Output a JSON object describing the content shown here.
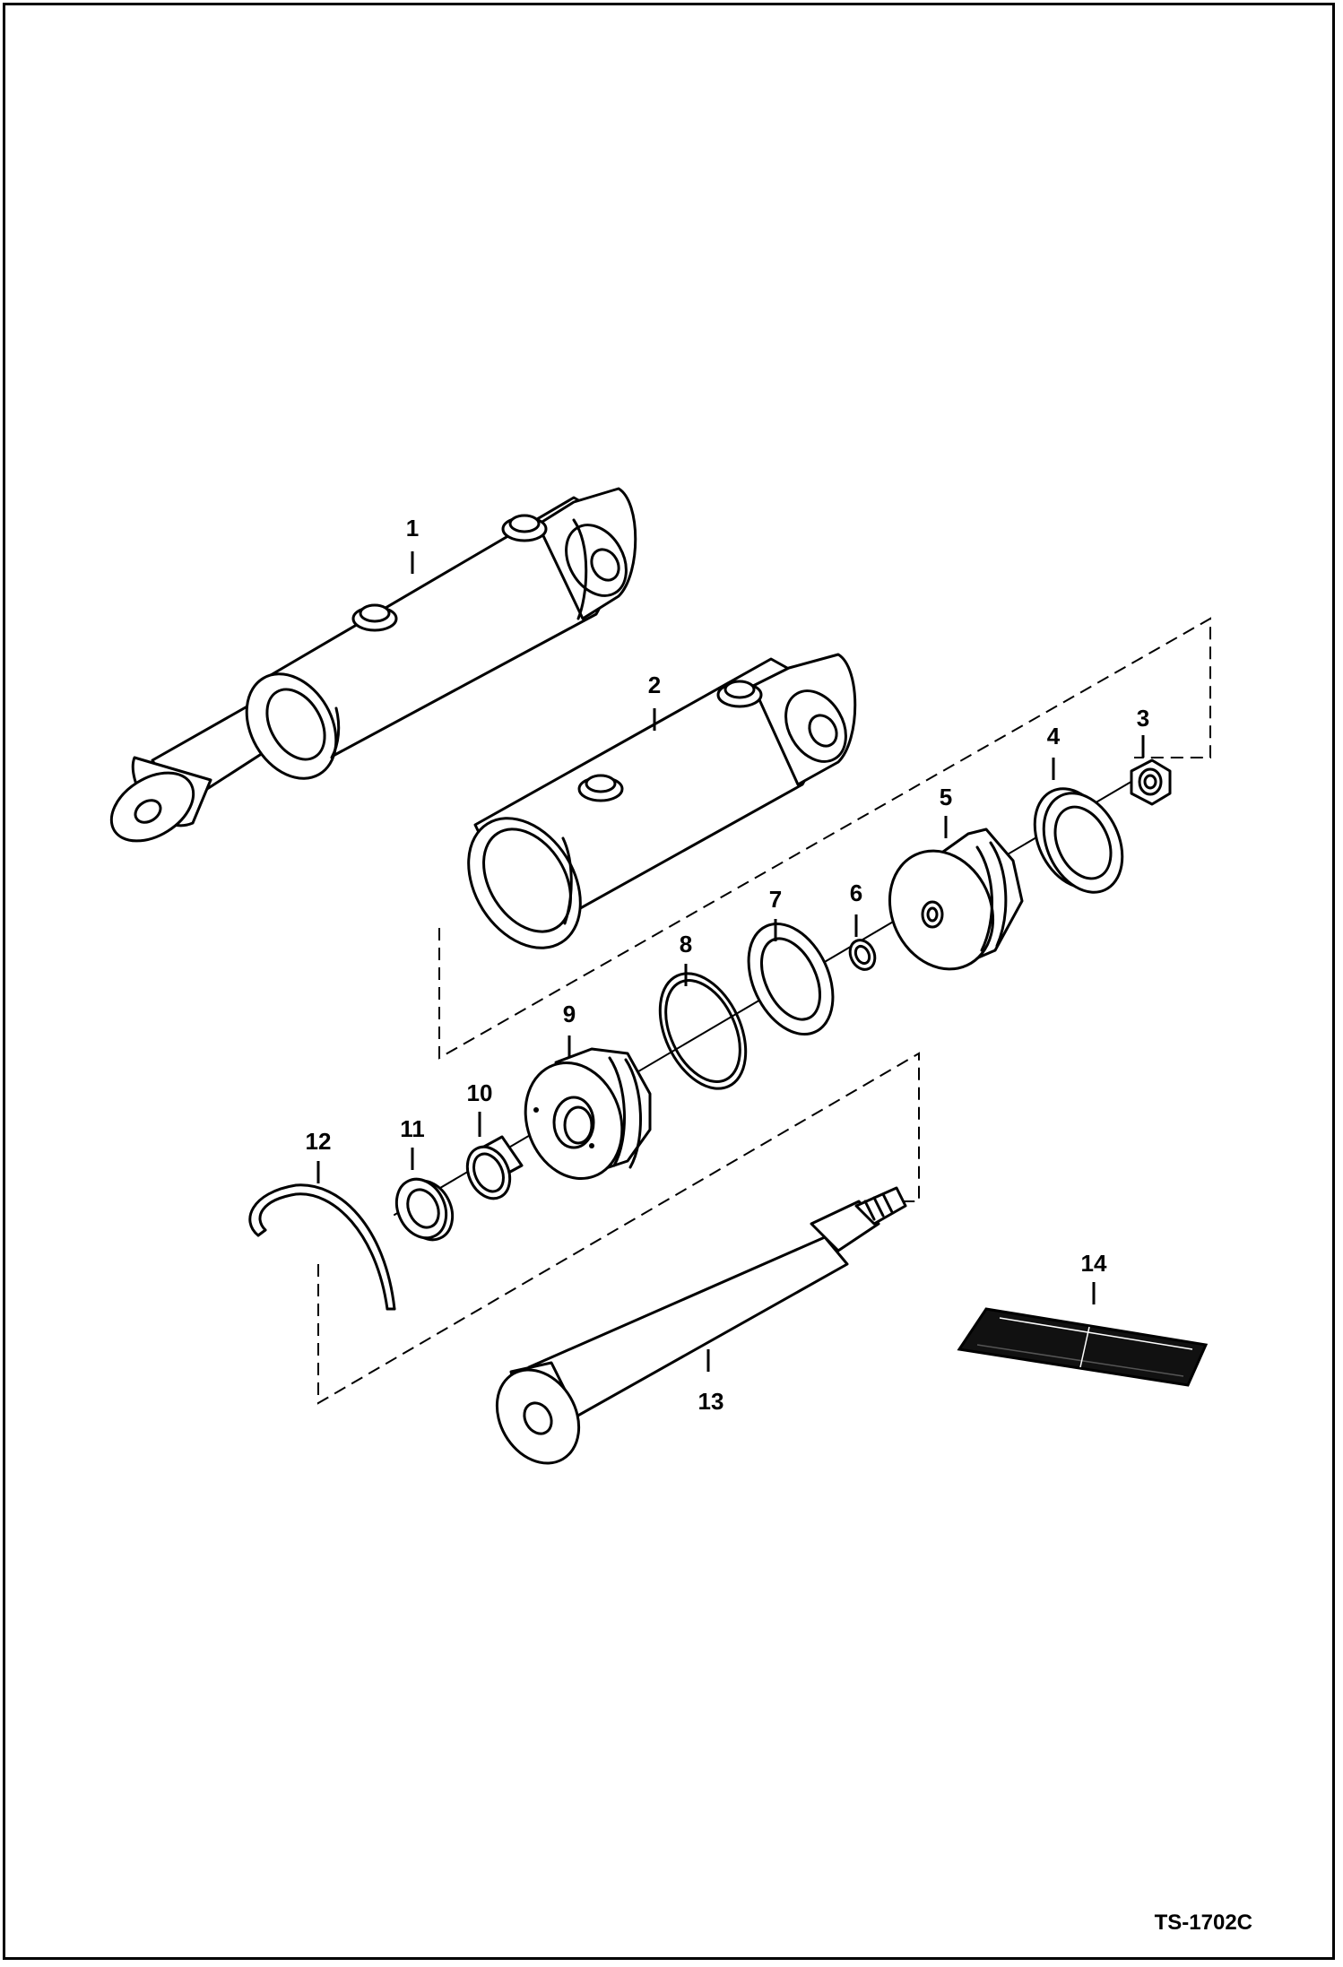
{
  "diagram": {
    "reference": "TS-1702C",
    "callouts": [
      "1",
      "2",
      "3",
      "4",
      "5",
      "6",
      "7",
      "8",
      "9",
      "10",
      "11",
      "12",
      "13",
      "14"
    ]
  },
  "colors": {
    "line": "#000000",
    "background": "#ffffff"
  }
}
